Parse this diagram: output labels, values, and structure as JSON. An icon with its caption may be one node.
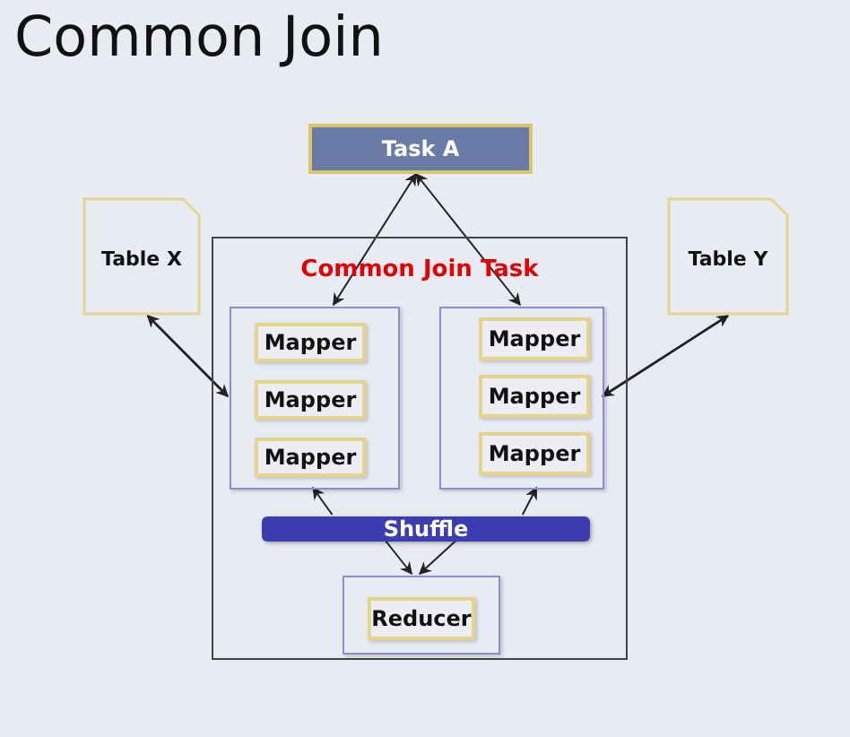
{
  "diagram": {
    "title": "Common Join",
    "nodes": [
      {
        "text": [
          "Task A"
        ]
      },
      {
        "text": [
          "Table X"
        ]
      },
      {
        "text": [
          "Table Y"
        ]
      },
      {
        "text": [
          "Common Join Task"
        ]
      },
      {
        "text": [],
        "shape": "box",
        "in": 3
      },
      {
        "text": [
          "Mapper"
        ],
        "in": 4
      },
      {
        "text": [
          "Mapper"
        ],
        "in": 4
      },
      {
        "text": [
          "Mapper"
        ],
        "in": 4
      },
      {
        "text": [],
        "shape": "box",
        "in": 3
      },
      {
        "text": [
          "Mapper"
        ],
        "in": 8
      },
      {
        "text": [
          "Mapper"
        ],
        "in": 8
      },
      {
        "text": [
          "Mapper"
        ],
        "in": 8
      },
      {
        "text": [
          "Shuffle"
        ],
        "in": 3
      },
      {
        "text": [],
        "shape": "box",
        "in": 3
      },
      {
        "text": [
          "Reducer"
        ],
        "in": 13
      }
    ],
    "edges": [
      {
        "from": 0,
        "to": 4,
        "arrow": "both"
      },
      {
        "from": 0,
        "to": 8,
        "arrow": "both"
      },
      {
        "from": 1,
        "to": 4,
        "arrow": "both"
      },
      {
        "from": 2,
        "to": 8,
        "arrow": "both"
      },
      {
        "from": 12,
        "to": 4,
        "arrow": "to"
      },
      {
        "from": 12,
        "to": 8,
        "arrow": "to"
      },
      {
        "from": 12,
        "to": 13,
        "arrow": "to"
      },
      {
        "from": 12,
        "to": 13,
        "arrow": "to"
      }
    ]
  }
}
